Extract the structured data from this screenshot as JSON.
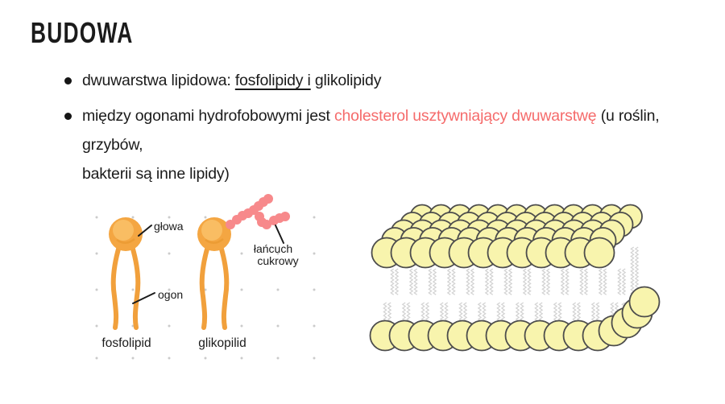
{
  "colors": {
    "accent_red": "#F56B6B",
    "ink": "#1B1B1B",
    "orange_head": "#F4A642",
    "orange_head_light": "#F9C168",
    "orange_tail": "#F1A03C",
    "sugar_pink": "#F7898B",
    "bilayer_head_fill": "#F8F4AD",
    "bilayer_head_stroke": "#4C4C4C",
    "bilayer_tail": "#D2D2D2",
    "grid_dot": "#CBCBCB"
  },
  "header": {
    "title": "BUDOWA"
  },
  "bullets": [
    {
      "segments": [
        {
          "text": "dwuwarstwa lipidowa: "
        },
        {
          "text": "fosfolipidy i",
          "style": "underline"
        },
        {
          "text": " glikolipidy"
        }
      ]
    },
    {
      "segments": [
        {
          "text": "między ogonami hydrofobowymi jest "
        },
        {
          "text": "cholesterol usztywniający dwuwarstwę ",
          "style": "red"
        },
        {
          "text": "(u roślin, grzybów,"
        },
        {
          "break": true
        },
        {
          "text": "bakterii są inne lipidy)"
        }
      ]
    }
  ],
  "lipid_figure": {
    "labels": {
      "head": "głowa",
      "tail": "ogon",
      "sugar_chain_line1": "łańcuch",
      "sugar_chain_line2": "cukrowy",
      "phospholipid": "fosfolipid",
      "glycolipid": "glikopilid"
    }
  },
  "bilayer_figure": {
    "top_rows": 5,
    "circles_per_row": 12,
    "bottom_row_circles": 12,
    "bottom_curve_circles": 4
  }
}
